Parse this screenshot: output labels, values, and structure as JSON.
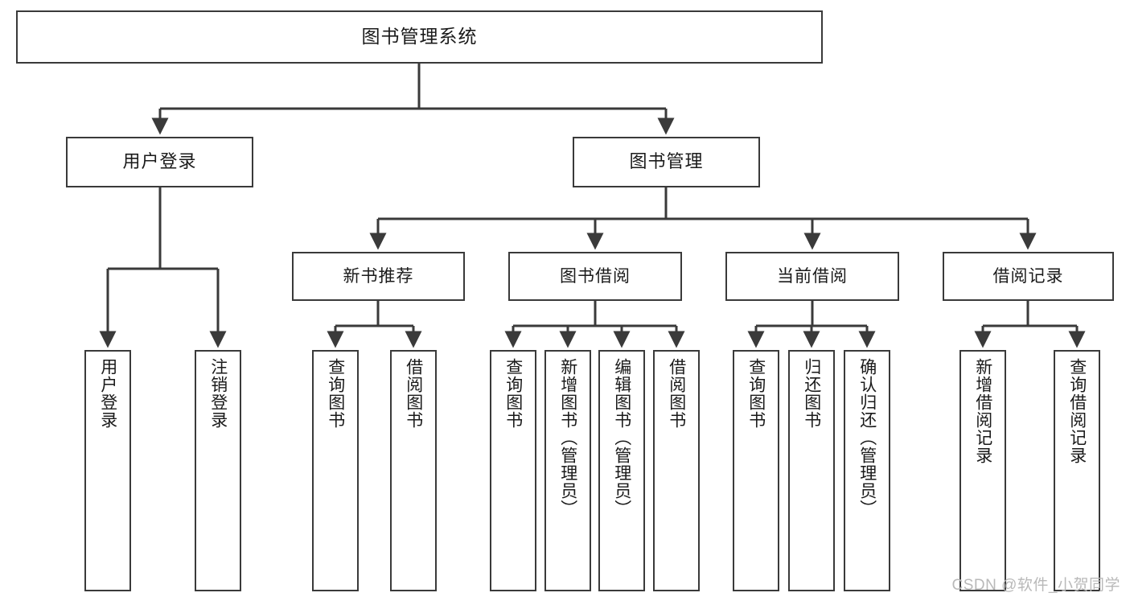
{
  "diagram": {
    "title": "图书管理系统",
    "watermark": "CSDN @软件_小贺同学",
    "line_color": "#3a3a3a",
    "box_fill": "#ffffff",
    "text_color": "#1a1a1a",
    "watermark_color": "#b9b9b9",
    "type": "tree-hierarchy"
  },
  "root": {
    "label": "图书管理系统"
  },
  "level2": [
    {
      "label": "用户登录"
    },
    {
      "label": "图书管理"
    }
  ],
  "level3": [
    {
      "label": "新书推荐"
    },
    {
      "label": "图书借阅"
    },
    {
      "label": "当前借阅"
    },
    {
      "label": "借阅记录"
    }
  ],
  "leaves": {
    "user_login": [
      {
        "label": "用户登录"
      },
      {
        "label": "注销登录"
      }
    ],
    "new_book": [
      {
        "label": "查询图书"
      },
      {
        "label": "借阅图书"
      }
    ],
    "book_borrow": [
      {
        "label": "查询图书"
      },
      {
        "label": "新增图书（管理员）"
      },
      {
        "label": "编辑图书（管理员）"
      },
      {
        "label": "借阅图书"
      }
    ],
    "current_borrow": [
      {
        "label": "查询图书"
      },
      {
        "label": "归还图书"
      },
      {
        "label": "确认归还（管理员）"
      }
    ],
    "borrow_record": [
      {
        "label": "新增借阅记录"
      },
      {
        "label": "查询借阅记录"
      }
    ]
  }
}
